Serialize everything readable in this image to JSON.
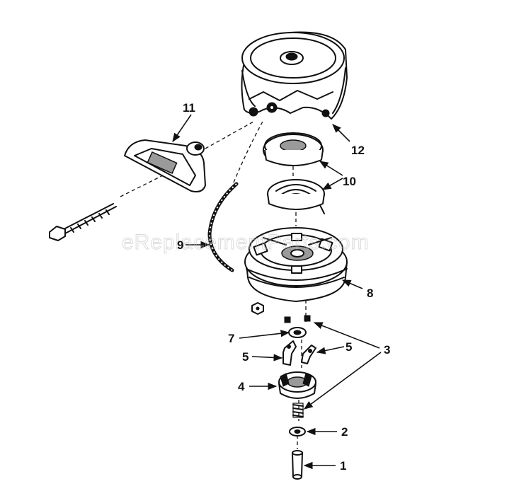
{
  "diagram": {
    "watermark": "eReplacementParts.com",
    "callouts": {
      "c1": "1",
      "c2": "2",
      "c3": "3",
      "c4": "4",
      "c5a": "5",
      "c5b": "5",
      "c7": "7",
      "c8": "8",
      "c9": "9",
      "c10": "10",
      "c11": "11",
      "c12": "12"
    },
    "colors": {
      "ink": "#111111",
      "background": "#ffffff",
      "watermark": "#bdbdbd"
    }
  }
}
